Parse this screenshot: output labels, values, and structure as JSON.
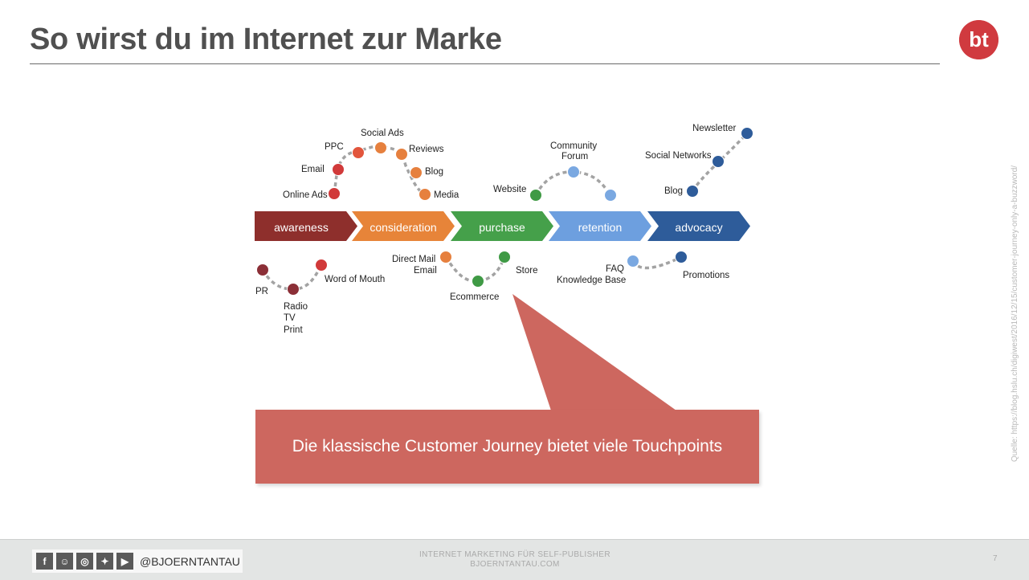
{
  "title": "So wirst du im Internet zur Marke",
  "logo": {
    "text": "bt",
    "color": "#d03a3f"
  },
  "source": "Quelle: https://blog.hslu.ch/digiwest/2016/12/15/customer-journey-only-a-buzzword/",
  "journey": {
    "stages": [
      {
        "label": "awareness",
        "color": "#8e2f2c"
      },
      {
        "label": "consideration",
        "color": "#e78439"
      },
      {
        "label": "purchase",
        "color": "#45a04a"
      },
      {
        "label": "retention",
        "color": "#6d9fdf"
      },
      {
        "label": "advocacy",
        "color": "#2e5c9a"
      }
    ],
    "touchpoints": [
      {
        "label": "Online Ads"
      },
      {
        "label": "Email"
      },
      {
        "label": "PPC"
      },
      {
        "label": "Social Ads"
      },
      {
        "label": "Reviews"
      },
      {
        "label": "Blog"
      },
      {
        "label": "Media"
      },
      {
        "label": "Website"
      },
      {
        "label": "Community"
      },
      {
        "label": "Forum"
      },
      {
        "label": "Blog"
      },
      {
        "label": "Social Networks"
      },
      {
        "label": "Newsletter"
      },
      {
        "label": "PR"
      },
      {
        "label": "Radio"
      },
      {
        "label": "TV"
      },
      {
        "label": "Print"
      },
      {
        "label": "Word of Mouth"
      },
      {
        "label": "Direct Mail"
      },
      {
        "label": "Email"
      },
      {
        "label": "Ecommerce"
      },
      {
        "label": "Store"
      },
      {
        "label": "FAQ"
      },
      {
        "label": "Knowledge Base"
      },
      {
        "label": "Promotions"
      }
    ]
  },
  "callout": "Die klassische Customer Journey bietet viele Touchpoints",
  "footer": {
    "social_icons": [
      {
        "name": "facebook-icon",
        "glyph": "f"
      },
      {
        "name": "snapchat-icon",
        "glyph": "☺"
      },
      {
        "name": "instagram-icon",
        "glyph": "◎"
      },
      {
        "name": "twitter-icon",
        "glyph": "✦"
      },
      {
        "name": "youtube-icon",
        "glyph": "▶"
      }
    ],
    "handle": "@BJOERNTANTAU",
    "line1": "INTERNET MARKETING FÜR SELF-PUBLISHER",
    "line2": "BJOERNTANTAU.COM",
    "page": "7"
  }
}
